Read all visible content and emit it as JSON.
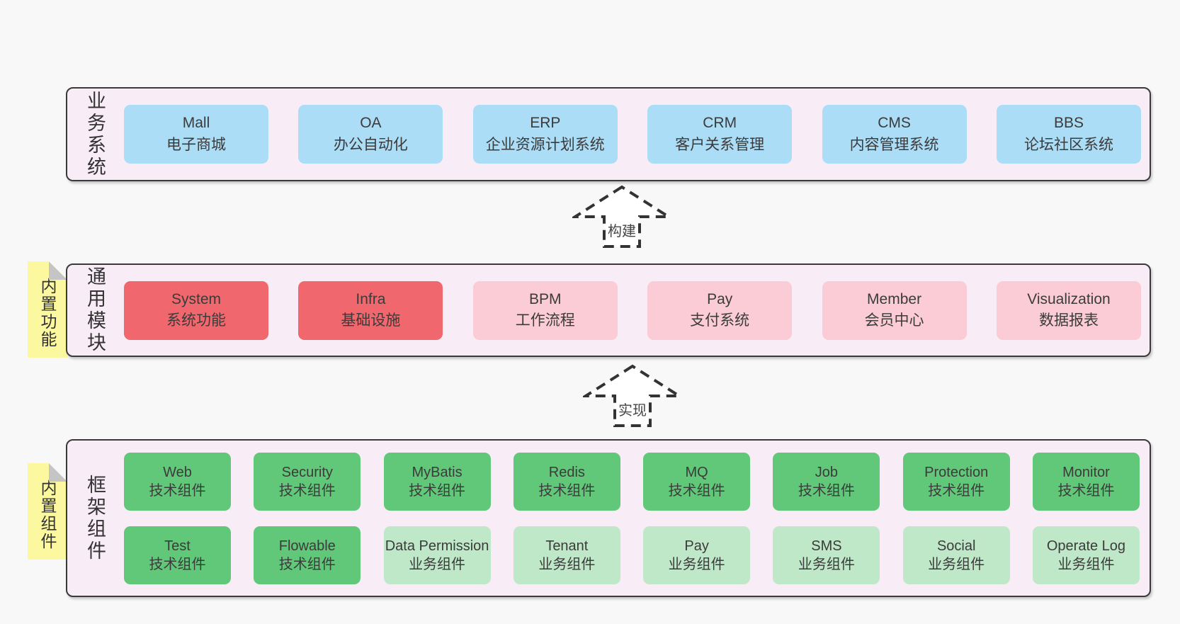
{
  "diagram": {
    "bands": [
      {
        "label": "业务系统",
        "boxes": [
          {
            "title": "Mall",
            "subtitle": "电子商城"
          },
          {
            "title": "OA",
            "subtitle": "办公自动化"
          },
          {
            "title": "ERP",
            "subtitle": "企业资源计划系统"
          },
          {
            "title": "CRM",
            "subtitle": "客户关系管理"
          },
          {
            "title": "CMS",
            "subtitle": "内容管理系统"
          },
          {
            "title": "BBS",
            "subtitle": "论坛社区系统"
          }
        ]
      },
      {
        "label": "通用模块",
        "note": "内置功能",
        "boxes": [
          {
            "title": "System",
            "subtitle": "系统功能",
            "variant": "red"
          },
          {
            "title": "Infra",
            "subtitle": "基础设施",
            "variant": "red"
          },
          {
            "title": "BPM",
            "subtitle": "工作流程",
            "variant": "pink"
          },
          {
            "title": "Pay",
            "subtitle": "支付系统",
            "variant": "pink"
          },
          {
            "title": "Member",
            "subtitle": "会员中心",
            "variant": "pink"
          },
          {
            "title": "Visualization",
            "subtitle": "数据报表",
            "variant": "pink"
          }
        ]
      },
      {
        "label": "框架组件",
        "note": "内置组件",
        "rows": [
          [
            {
              "title": "Web",
              "subtitle": "技术组件",
              "variant": "green"
            },
            {
              "title": "Security",
              "subtitle": "技术组件",
              "variant": "green"
            },
            {
              "title": "MyBatis",
              "subtitle": "技术组件",
              "variant": "green"
            },
            {
              "title": "Redis",
              "subtitle": "技术组件",
              "variant": "green"
            },
            {
              "title": "MQ",
              "subtitle": "技术组件",
              "variant": "green"
            },
            {
              "title": "Job",
              "subtitle": "技术组件",
              "variant": "green"
            },
            {
              "title": "Protection",
              "subtitle": "技术组件",
              "variant": "green"
            },
            {
              "title": "Monitor",
              "subtitle": "技术组件",
              "variant": "green"
            }
          ],
          [
            {
              "title": "Test",
              "subtitle": "技术组件",
              "variant": "green"
            },
            {
              "title": "Flowable",
              "subtitle": "技术组件",
              "variant": "green"
            },
            {
              "title": "Data Permission",
              "subtitle": "业务组件",
              "variant": "lightgreen"
            },
            {
              "title": "Tenant",
              "subtitle": "业务组件",
              "variant": "lightgreen"
            },
            {
              "title": "Pay",
              "subtitle": "业务组件",
              "variant": "lightgreen"
            },
            {
              "title": "SMS",
              "subtitle": "业务组件",
              "variant": "lightgreen"
            },
            {
              "title": "Social",
              "subtitle": "业务组件",
              "variant": "lightgreen"
            },
            {
              "title": "Operate Log",
              "subtitle": "业务组件",
              "variant": "lightgreen"
            }
          ]
        ]
      }
    ],
    "arrows": [
      {
        "label": "构建"
      },
      {
        "label": "实现"
      }
    ],
    "colors": {
      "page_bg": "#f8f8f8",
      "band_bg": "#f8edf6",
      "band_border": "#3a3a3a",
      "blue": "#abddf7",
      "red": "#f0686d",
      "pink": "#fbccd5",
      "green": "#60c878",
      "light_green": "#bfe8c9",
      "note_yellow": "#fbf89f",
      "note_fold": "#c5c5c6",
      "text": "#3b3b3b"
    }
  }
}
